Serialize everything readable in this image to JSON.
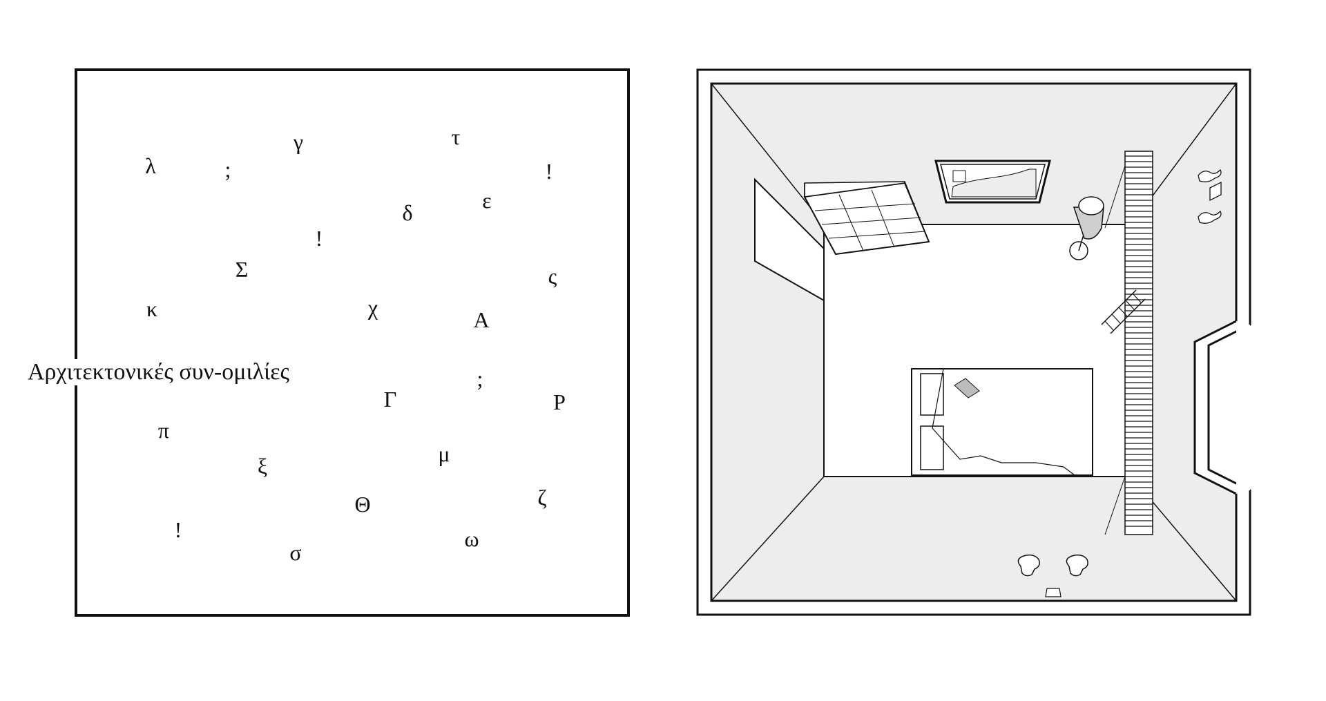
{
  "left_panel": {
    "caption": "Αρχιτεκτονικές συν-ομιλίες",
    "glyphs": [
      "λ",
      ";",
      "γ",
      "τ",
      "!",
      "δ",
      "ε",
      "!",
      "Σ",
      "ς",
      "κ",
      "χ",
      "Α",
      ";",
      "Γ",
      "Ρ",
      "π",
      "μ",
      "ξ",
      "Θ",
      "ζ",
      "!",
      "σ",
      "ω"
    ]
  },
  "right_panel": {
    "items": [
      "window",
      "radiator",
      "skylight",
      "lamp",
      "bed",
      "ladder",
      "column",
      "shoes",
      "plant"
    ]
  },
  "colors": {
    "ink": "#111111",
    "floor_gray": "#ededed",
    "white": "#ffffff"
  }
}
